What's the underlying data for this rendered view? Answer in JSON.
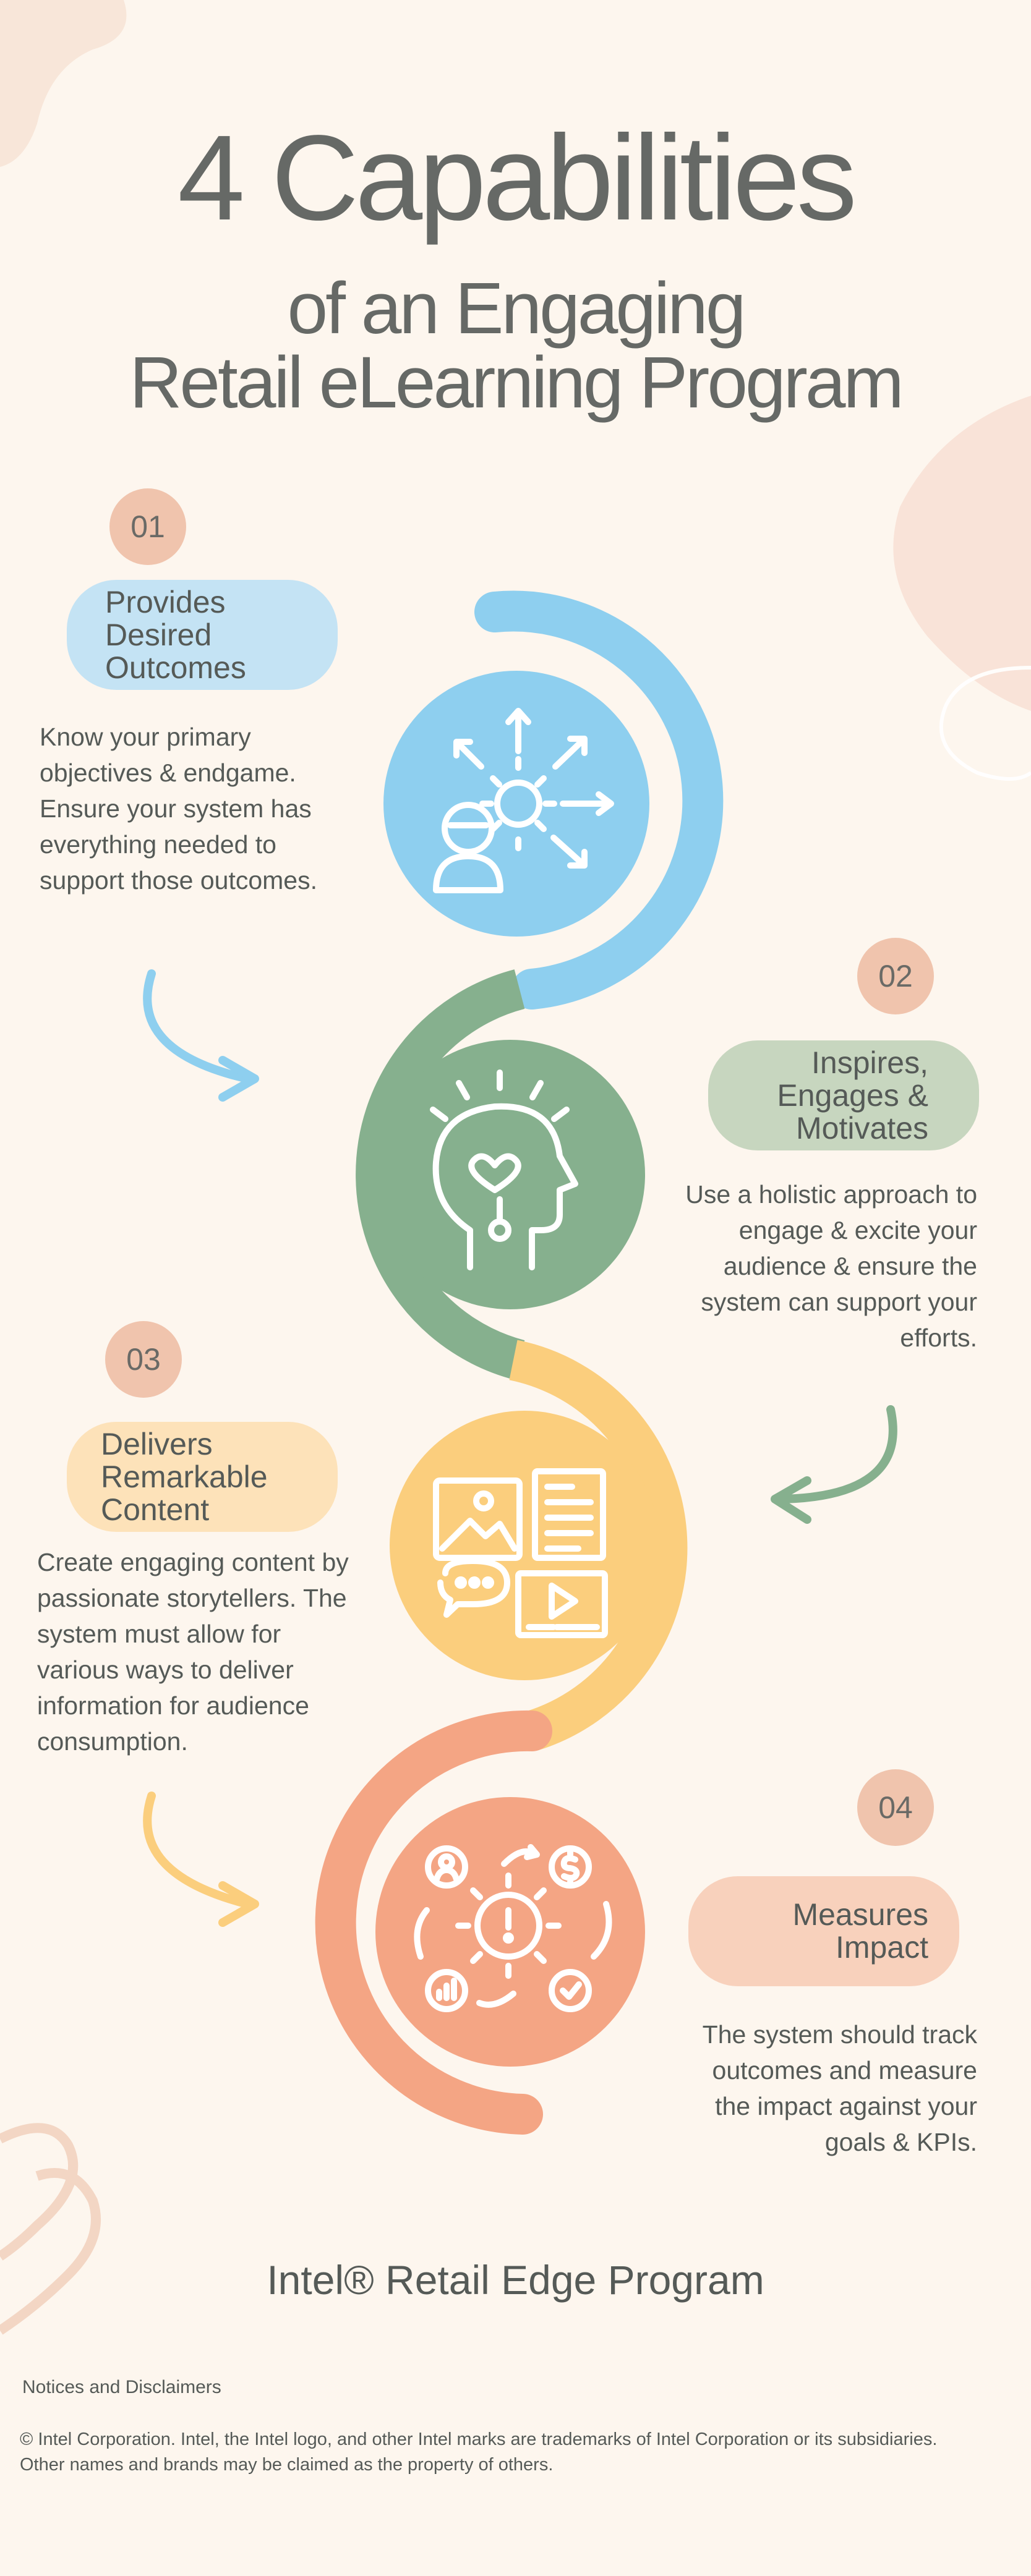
{
  "title": {
    "main": "4 Capabilities",
    "sub_line1": "of an Engaging",
    "sub_line2": "Retail eLearning Program"
  },
  "capabilities": [
    {
      "number": "01",
      "label_lines": [
        "Provides",
        "Desired",
        "Outcomes"
      ],
      "description_lines": [
        "Know your primary",
        "objectives & endgame.",
        "Ensure your system has",
        "everything needed to",
        "support those outcomes."
      ],
      "icon": "outcomes-icon",
      "color": "#8ecfef"
    },
    {
      "number": "02",
      "label_lines": [
        "Inspires,",
        "Engages &",
        "Motivates"
      ],
      "description_lines": [
        "Use a holistic approach to",
        "engage & excite your",
        "audience & ensure the",
        "system can support your",
        "efforts."
      ],
      "icon": "head-heart-icon",
      "color": "#86b08e"
    },
    {
      "number": "03",
      "label_lines": [
        "Delivers",
        "Remarkable",
        "Content"
      ],
      "description_lines": [
        "Create engaging content by",
        "passionate storytellers. The",
        "system must allow for",
        "various ways to deliver",
        "information for audience",
        "consumption."
      ],
      "icon": "content-media-icon",
      "color": "#fbce7d"
    },
    {
      "number": "04",
      "label_lines": [
        "Measures",
        "Impact"
      ],
      "description_lines": [
        "The system should track",
        "outcomes and measure",
        "the impact against your",
        "goals & KPIs."
      ],
      "icon": "impact-gear-icon",
      "color": "#f4a584"
    }
  ],
  "footer": {
    "program": "Intel® Retail Edge Program",
    "notices": "Notices and Disclaimers",
    "copyright": "© Intel Corporation. Intel, the Intel logo, and other Intel marks are trademarks of Intel Corporation or its subsidiaries. Other names and brands may be claimed as the property of others."
  }
}
